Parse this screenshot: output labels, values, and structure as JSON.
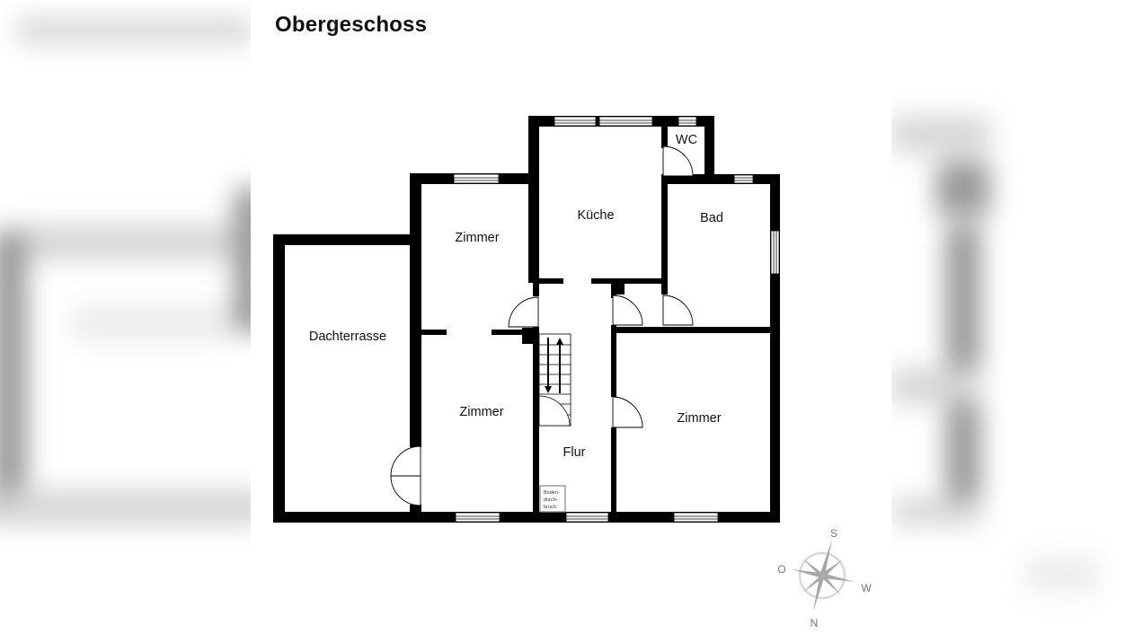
{
  "title": "Obergeschoss",
  "rooms": {
    "kueche": "Küche",
    "wc": "WC",
    "bad": "Bad",
    "zimmer_nw": "Zimmer",
    "dachterrasse": "Dachterrasse",
    "zimmer_w": "Zimmer",
    "flur": "Flur",
    "zimmer_e": "Zimmer"
  },
  "annotations": {
    "bodendurchbruch_line1": "Boden-",
    "bodendurchbruch_line2": "durch-",
    "bodendurchbruch_line3": "bruch"
  },
  "compass": {
    "top": "S",
    "left": "O",
    "right": "W",
    "bottom": "N"
  },
  "colors": {
    "wall": "#000000",
    "background": "#ffffff",
    "compass": "#9a9a9a"
  }
}
